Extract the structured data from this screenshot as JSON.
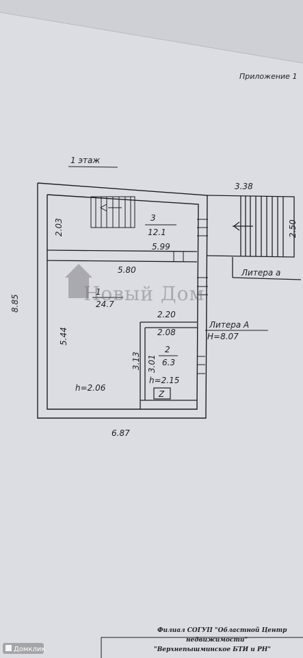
{
  "header": {
    "appendix": "Приложение 1"
  },
  "floor": {
    "title": "1 этаж"
  },
  "rooms": [
    {
      "number": "3",
      "area": "12.1"
    },
    {
      "number": "1",
      "area": "24.7"
    },
    {
      "number": "2",
      "area": "6.3"
    }
  ],
  "dimensions": {
    "porch_width": "3.38",
    "porch_depth": "2.50",
    "room3_depth": "2.03",
    "room3_width": "5.99",
    "room1_width": "5.80",
    "room2_width": "2.20",
    "room2_inner_width": "2.08",
    "total_height": "8.85",
    "room1_depth": "5.44",
    "room2_depth_outer": "3.13",
    "room2_depth_inner": "3.01",
    "total_width": "6.87"
  },
  "heights": {
    "room1": "h=2.06",
    "room2": "h=2.15",
    "building": "H=8.07"
  },
  "labels": {
    "litera_small": "Литера а",
    "litera_main": "Литера А",
    "z_mark": "Z"
  },
  "title_block": {
    "line1": "Филиал СОГУП \"Областной Центр",
    "line2": "недвижимости\"",
    "line3": "\"Верхнепышминское БТИ и РН\""
  },
  "watermark": {
    "text": "Новый Дом"
  },
  "source": {
    "label": "Домклик"
  }
}
